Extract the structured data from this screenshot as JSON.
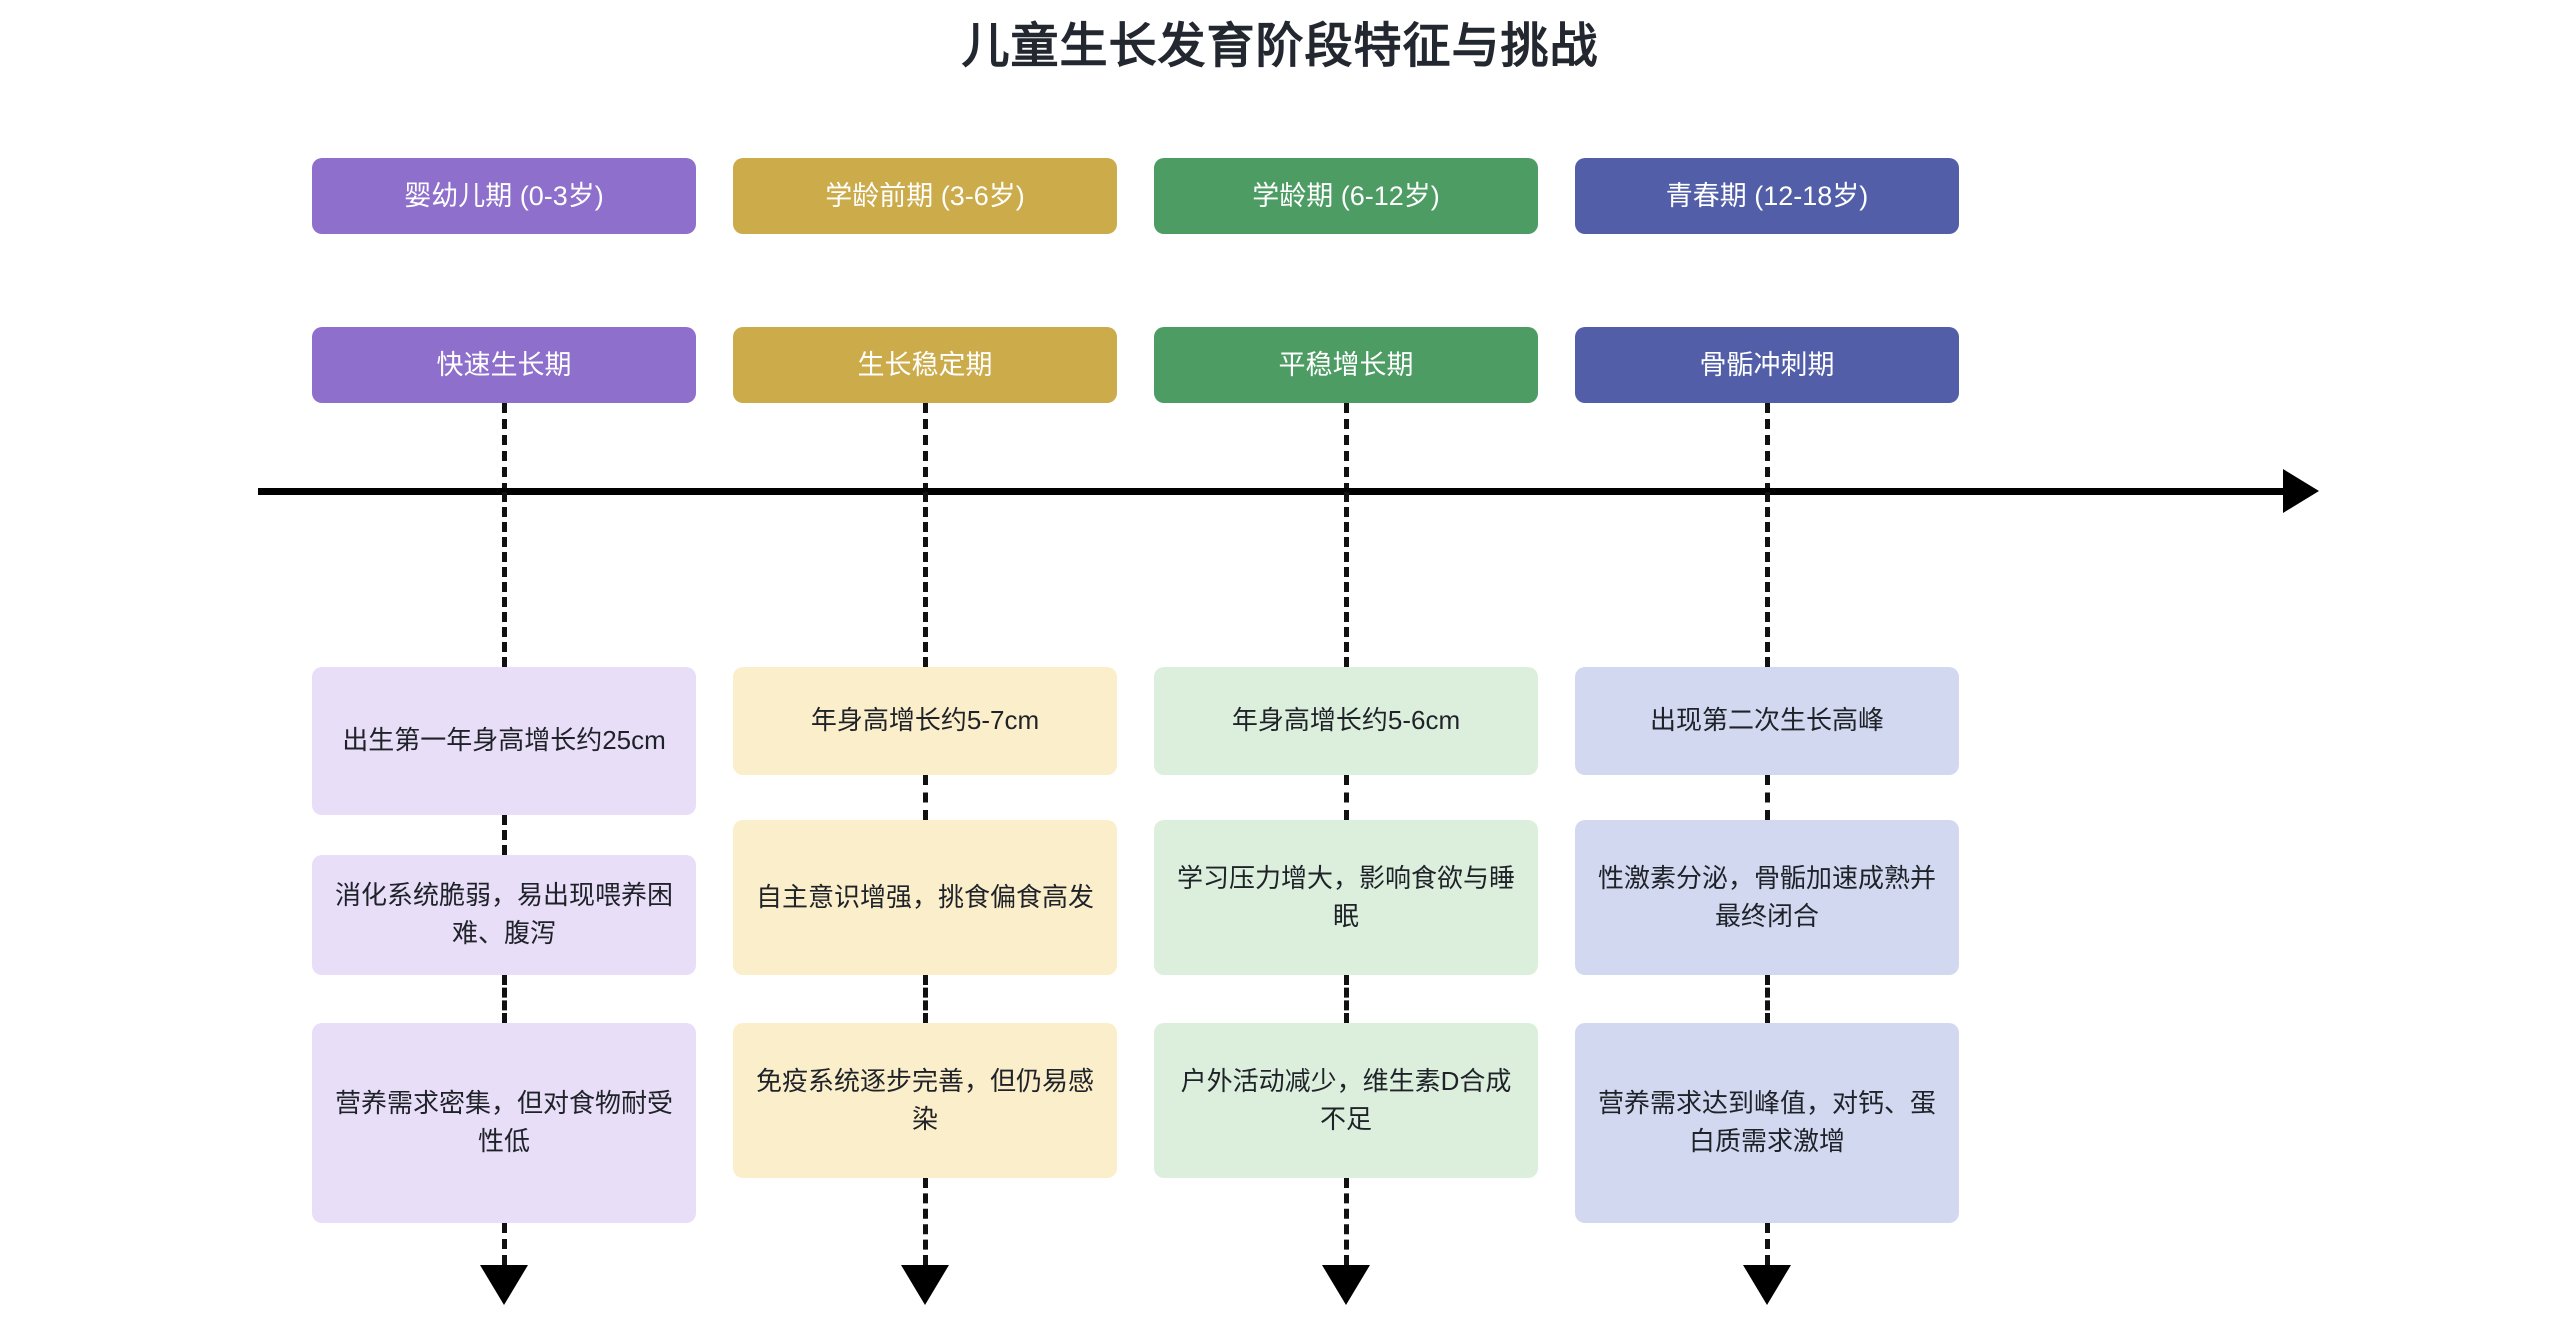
{
  "title": "儿童生长发育阶段特征与挑战",
  "timeline": {
    "direction": "left-to-right",
    "arrow_icon": "arrow-right-icon"
  },
  "palette": {
    "stage1": "#8E6FCB",
    "stage2": "#CBAB4A",
    "stage3": "#4C9C63",
    "stage4": "#525FA8",
    "card1": "#E8DEF8",
    "card2": "#FBEECA",
    "card3": "#DCEFDC",
    "card4": "#D2D8F0",
    "line": "#000000",
    "title_color": "#232730",
    "card_text": "#1F2329",
    "chip_text": "#FFFFFF"
  },
  "columns": [
    {
      "stage_label": "婴幼儿期 (0-3岁)",
      "phase_label": "快速生长期",
      "cards": [
        "出生第一年身高增长约25cm",
        "消化系统脆弱，易出现喂养困难、腹泻",
        "营养需求密集，但对食物耐受性低"
      ]
    },
    {
      "stage_label": "学龄前期 (3-6岁)",
      "phase_label": "生长稳定期",
      "cards": [
        "年身高增长约5-7cm",
        "自主意识增强，挑食偏食高发",
        "免疫系统逐步完善，但仍易感染"
      ]
    },
    {
      "stage_label": "学龄期 (6-12岁)",
      "phase_label": "平稳增长期",
      "cards": [
        "年身高增长约5-6cm",
        "学习压力增大，影响食欲与睡眠",
        "户外活动减少，维生素D合成不足"
      ]
    },
    {
      "stage_label": "青春期 (12-18岁)",
      "phase_label": "骨骺冲刺期",
      "cards": [
        "出现第二次生长高峰",
        "性激素分泌，骨骺加速成熟并最终闭合",
        "营养需求达到峰值，对钙、蛋白质需求激增"
      ]
    }
  ]
}
